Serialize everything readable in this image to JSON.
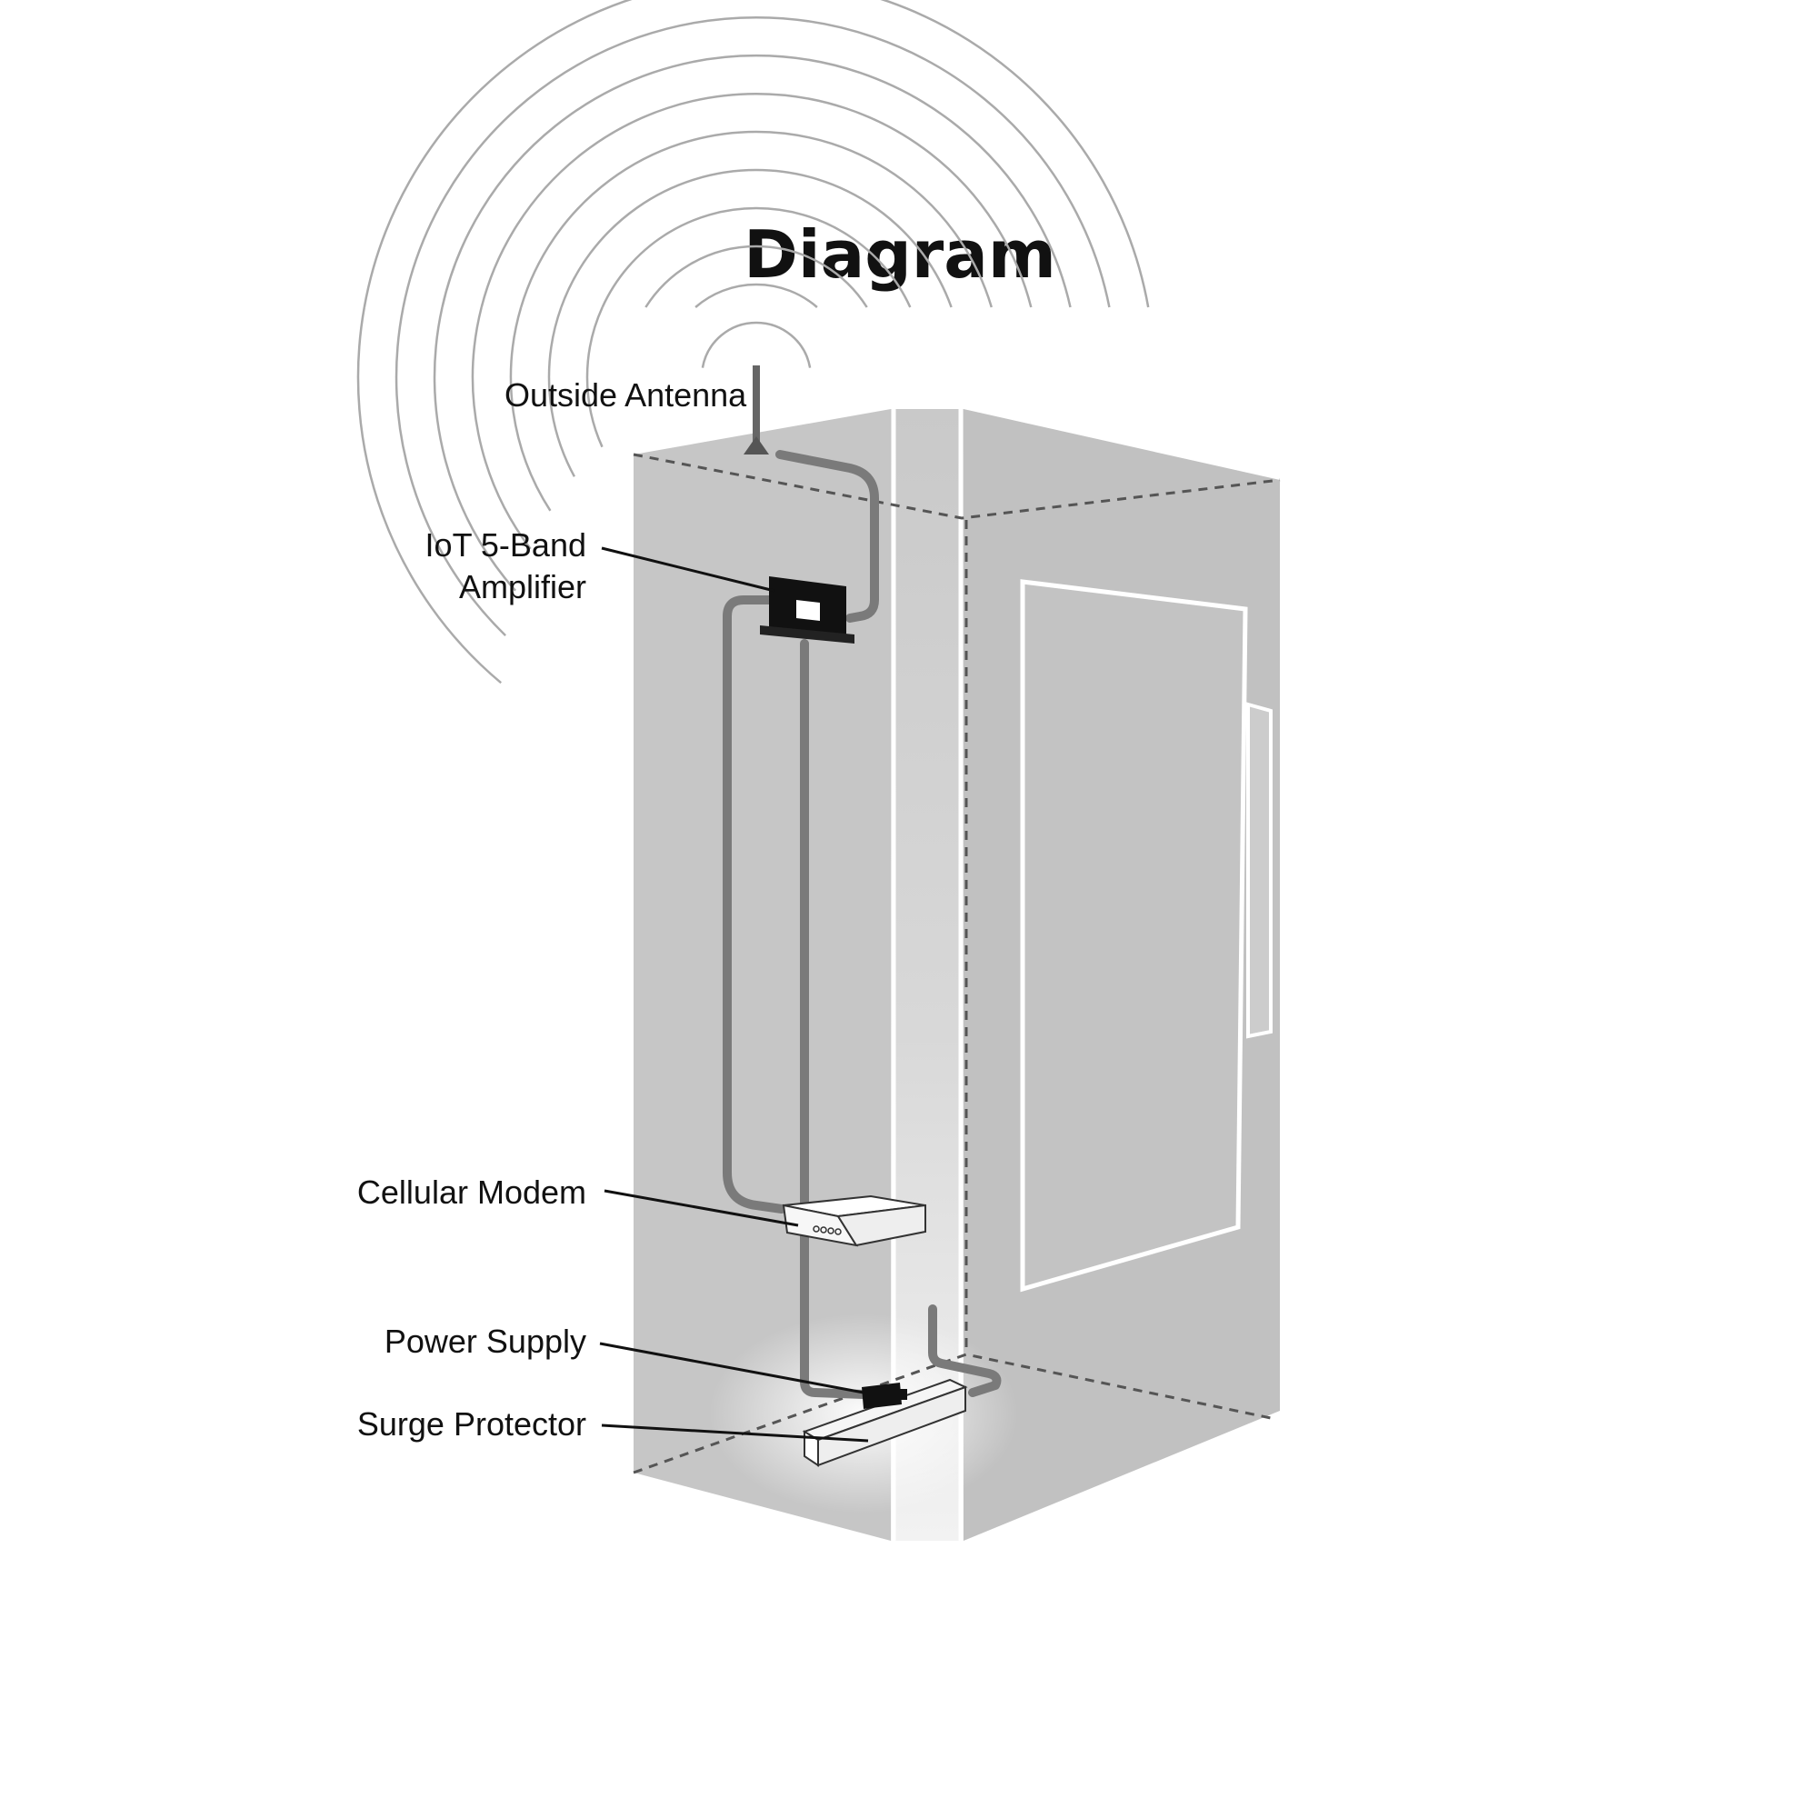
{
  "title": "Diagram",
  "labels": {
    "outside_antenna": "Outside Antenna",
    "amplifier_line1": "IoT 5-Band",
    "amplifier_line2": "Amplifier",
    "cellular_modem": "Cellular Modem",
    "power_supply": "Power Supply",
    "surge_protector": "Surge Protector"
  },
  "colors": {
    "cabinet_front": "#c6c6c6",
    "cabinet_side": "#c1c1c1",
    "cable": "#7a7a7a",
    "signal_waves": "#aaaaaa",
    "device_dark": "#111111",
    "device_light": "#f7f7f7",
    "dashed_edges": "#555555"
  },
  "icons": {
    "antenna": "antenna-icon",
    "amplifier": "amplifier-icon",
    "modem": "modem-icon",
    "power_supply": "power-supply-icon",
    "surge_protector": "surge-protector-icon"
  }
}
